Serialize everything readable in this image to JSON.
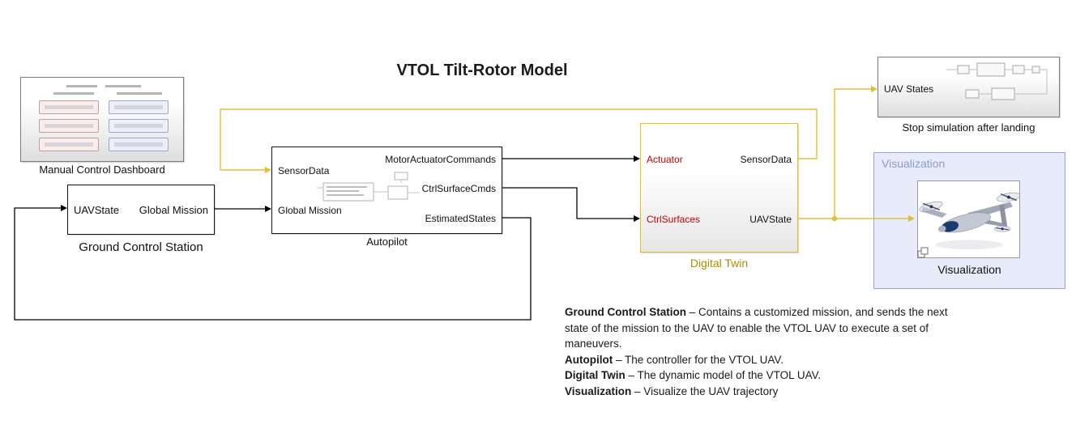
{
  "title": "VTOL Tilt-Rotor Model",
  "blocks": {
    "manual_control_dashboard": {
      "label": "Manual Control Dashboard"
    },
    "ground_control_station": {
      "label": "Ground Control Station",
      "input": "UAVState",
      "output": "Global Mission"
    },
    "autopilot": {
      "label": "Autopilot",
      "inputs": [
        "SensorData",
        "Global Mission"
      ],
      "outputs": [
        "MotorActuatorCommands",
        "CtrlSurfaceCmds",
        "EstimatedStates"
      ]
    },
    "digital_twin": {
      "label": "Digital Twin",
      "inputs": [
        "Actuator",
        "CtrlSurfaces"
      ],
      "outputs": [
        "SensorData",
        "UAVState"
      ]
    },
    "stop_simulation": {
      "label": "Stop simulation after landing",
      "input": "UAV States"
    },
    "visualization": {
      "area_label": "Visualization",
      "block_label": "Visualization"
    }
  },
  "annotations": {
    "description": [
      {
        "term": "Ground Control Station",
        "text": "– Contains a customized mission, and sends the next state of the mission to the UAV to enable the VTOL UAV to execute a set of maneuvers."
      },
      {
        "term": "Autopilot",
        "text": "– The controller for the VTOL UAV."
      },
      {
        "term": "Digital Twin",
        "text": "–  The dynamic model of the VTOL UAV."
      },
      {
        "term": "Visualization",
        "text": "– Visualize the UAV trajectory"
      }
    ]
  },
  "colors": {
    "signal_yellow": "#e3be35",
    "digital_twin_border": "#e3c11e",
    "digital_twin_label": "#a88f00",
    "port_red": "#c40000",
    "visualization_fill": "#e7ebfa",
    "visualization_border": "#98a3da",
    "visualization_header": "#8f9ad0"
  }
}
